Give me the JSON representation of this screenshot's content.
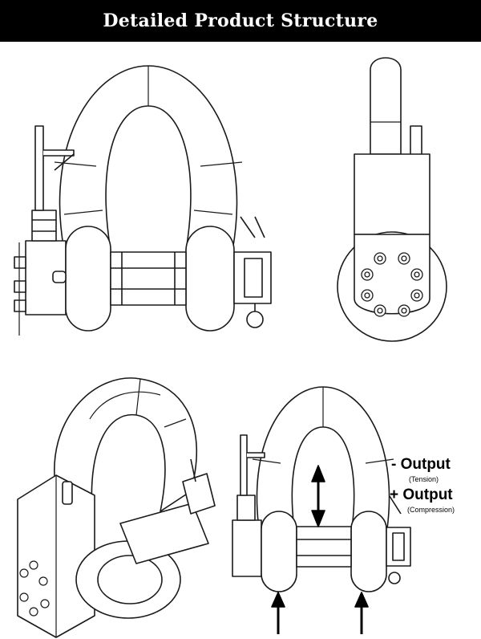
{
  "header": {
    "title": "Detailed Product Structure"
  },
  "annotations": {
    "minus_output": "- Output",
    "minus_output_sub": "(Tension)",
    "plus_output": "+ Output",
    "plus_output_sub": "(Compression)"
  },
  "colors": {
    "banner": "#000000",
    "line": "#1a1a1a",
    "fill": "#ffffff"
  }
}
